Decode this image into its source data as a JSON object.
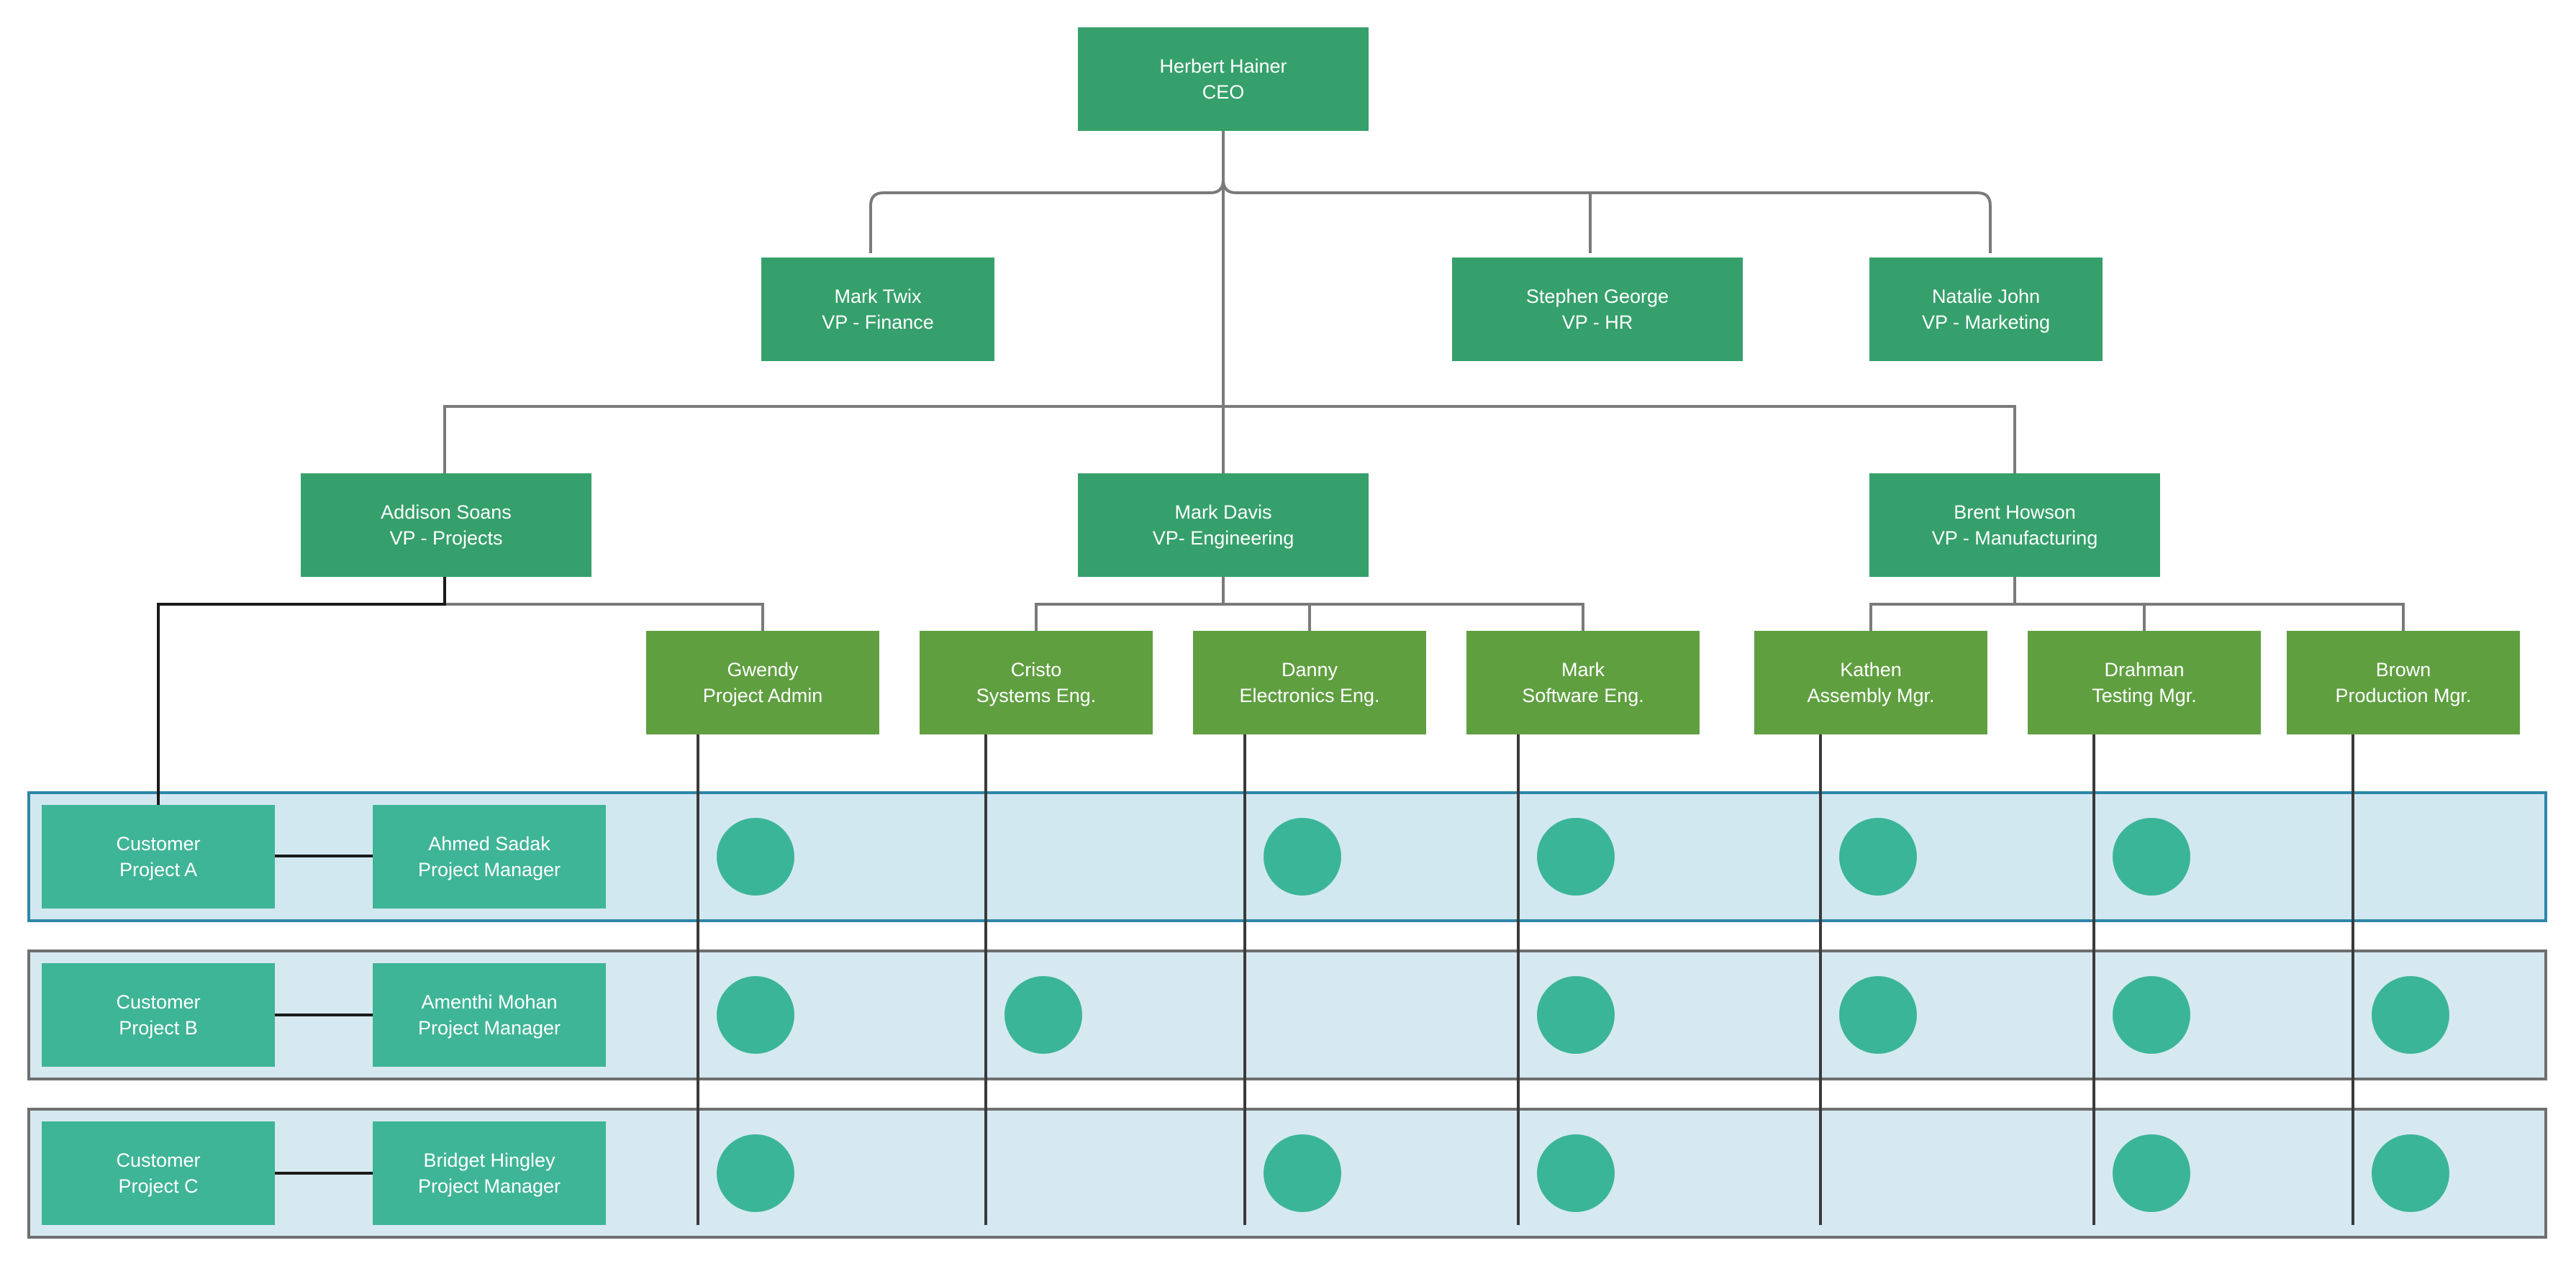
{
  "org": {
    "ceo": {
      "name": "Herbert Hainer",
      "title": "CEO"
    },
    "vp_top": [
      {
        "name": "Mark Twix",
        "title": "VP - Finance"
      },
      {
        "name": "Stephen George",
        "title": "VP - HR"
      },
      {
        "name": "Natalie John",
        "title": "VP - Marketing"
      }
    ],
    "vp_main": [
      {
        "name": "Addison Soans",
        "title": "VP - Projects"
      },
      {
        "name": "Mark Davis",
        "title": "VP- Engineering"
      },
      {
        "name": "Brent Howson",
        "title": "VP - Manufacturing"
      }
    ],
    "managers": [
      {
        "name": "Gwendy",
        "title": "Project Admin"
      },
      {
        "name": "Cristo",
        "title": "Systems Eng."
      },
      {
        "name": "Danny",
        "title": "Electronics Eng."
      },
      {
        "name": "Mark",
        "title": "Software Eng."
      },
      {
        "name": "Kathen",
        "title": "Assembly Mgr."
      },
      {
        "name": "Drahman",
        "title": "Testing Mgr."
      },
      {
        "name": "Brown",
        "title": "Production Mgr."
      }
    ]
  },
  "projects": [
    {
      "customer_line1": "Customer",
      "customer_line2": "Project A",
      "pm_name": "Ahmed Sadak",
      "pm_title": "Project Manager",
      "involvement": [
        true,
        false,
        true,
        true,
        true,
        true,
        false
      ]
    },
    {
      "customer_line1": "Customer",
      "customer_line2": "Project B",
      "pm_name": "Amenthi Mohan",
      "pm_title": "Project Manager",
      "involvement": [
        true,
        true,
        false,
        true,
        true,
        true,
        true
      ]
    },
    {
      "customer_line1": "Customer",
      "customer_line2": "Project C",
      "pm_name": "Bridget Hingley",
      "pm_title": "Project Manager",
      "involvement": [
        true,
        false,
        true,
        true,
        false,
        true,
        true
      ]
    }
  ],
  "colors": {
    "executive": "#35a06b",
    "manager": "#5f9f40",
    "customer": "#3eb596",
    "marker": "#3bb597",
    "band": "#d6e9f0",
    "connector": "#7a7a7a"
  }
}
